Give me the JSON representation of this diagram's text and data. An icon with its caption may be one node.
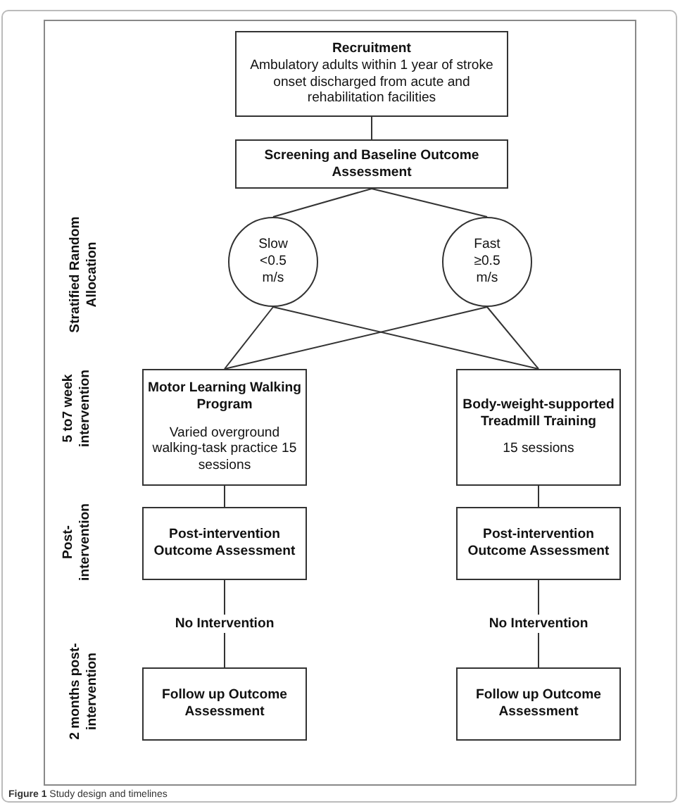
{
  "diagram": {
    "caption": "**Figure 1** Study design and timelines",
    "nodes": [
      {
        "text": [
          "Recruitment",
          "Ambulatory adults within 1 year of stroke onset discharged from acute and rehabilitation facilities"
        ]
      },
      {
        "text": [
          "Screening and Baseline Outcome Assessment"
        ]
      },
      {
        "text": [
          "Slow <0.5 m/s"
        ]
      },
      {
        "text": [
          "Fast ≥0.5 m/s"
        ]
      },
      {
        "text": [
          "Motor Learning Walking Program",
          "Varied overground walking-task practice 15 sessions"
        ]
      },
      {
        "text": [
          "Body-weight-supported Treadmill Training",
          "15 sessions"
        ]
      },
      {
        "text": [
          "Post-intervention Outcome Assessment"
        ]
      },
      {
        "text": [
          "Post-intervention Outcome Assessment"
        ]
      },
      {
        "text": [
          "Follow up Outcome Assessment"
        ]
      },
      {
        "text": [
          "Follow up Outcome Assessment"
        ]
      }
    ],
    "edges": [
      {
        "from": 0,
        "to": 1,
        "arrow": "none"
      },
      {
        "from": 1,
        "to": 2,
        "arrow": "none"
      },
      {
        "from": 1,
        "to": 3,
        "arrow": "none"
      },
      {
        "from": 2,
        "to": 4,
        "arrow": "none"
      },
      {
        "from": 2,
        "to": 5,
        "arrow": "none"
      },
      {
        "from": 3,
        "to": 4,
        "arrow": "none"
      },
      {
        "from": 3,
        "to": 5,
        "arrow": "none"
      },
      {
        "from": 4,
        "to": 6,
        "arrow": "none"
      },
      {
        "from": 5,
        "to": 7,
        "arrow": "none"
      },
      {
        "from": 6,
        "to": 8,
        "arrow": "none",
        "label": "No Intervention"
      },
      {
        "from": 7,
        "to": 9,
        "arrow": "none",
        "label": "No Intervention"
      }
    ],
    "labels": [
      "Stratified Random Allocation",
      "5 to7 week intervention",
      "Post-intervention",
      "2 months post-intervention"
    ]
  }
}
